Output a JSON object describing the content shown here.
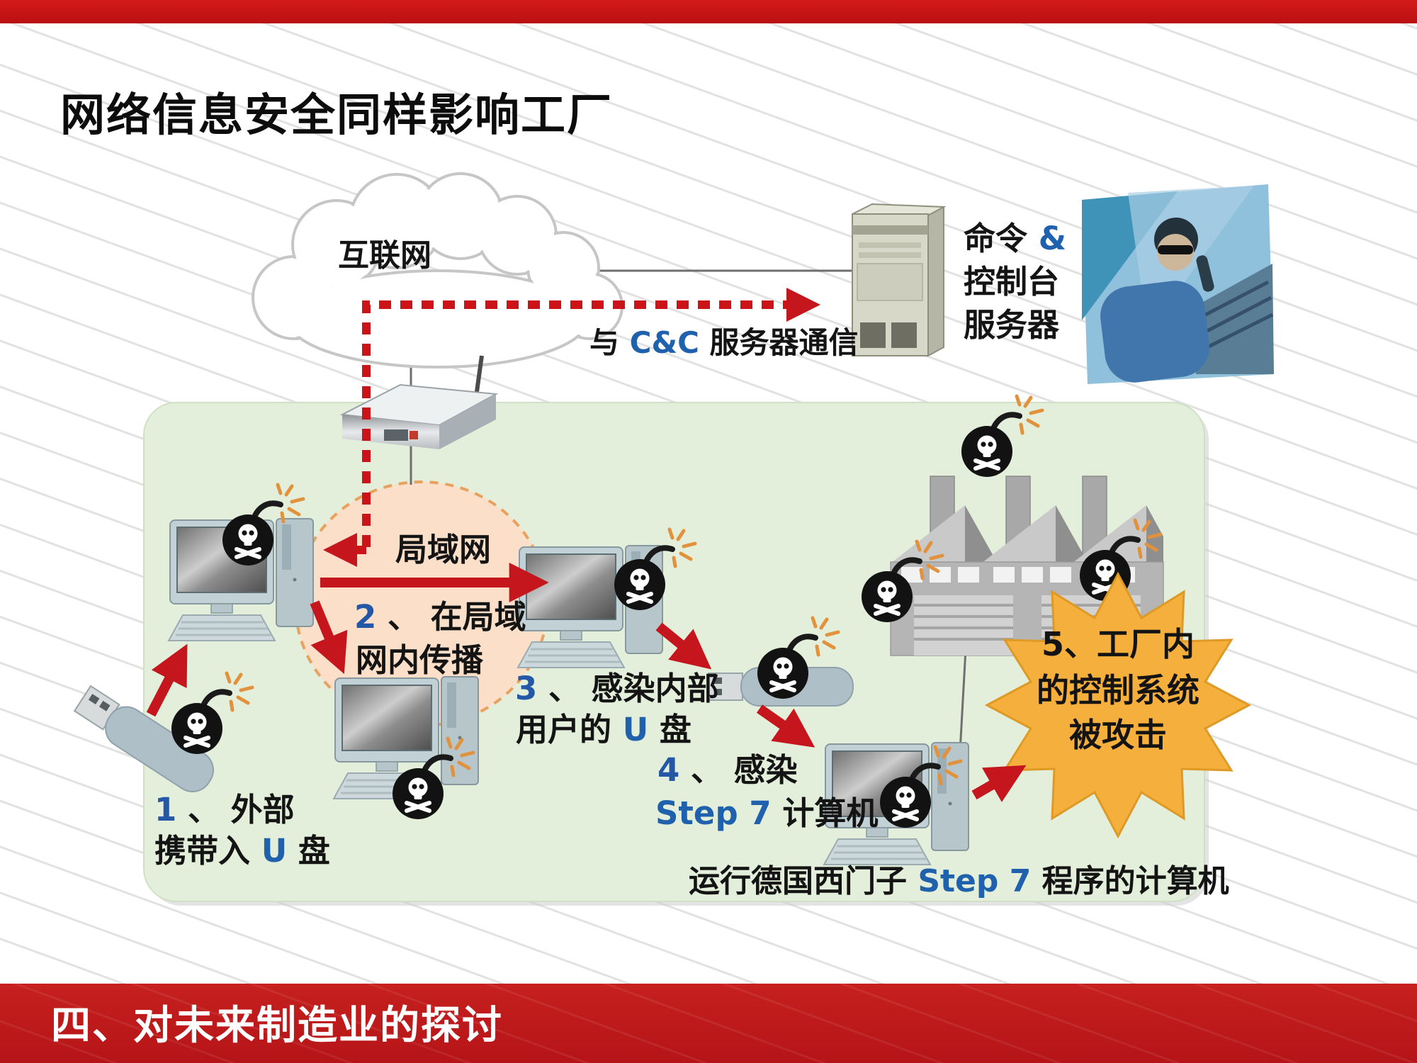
{
  "colors": {
    "top_bar_red": "#C61414",
    "bottom_bar_red": "#C2191D",
    "arrow_red": "#C4161C",
    "accent_blue": "#2061AE",
    "green_panel": "#E3EFDA",
    "lan_ellipse": "#FBDFC9",
    "starburst_orange": "#F5AF3D"
  },
  "header": {
    "title": "网络信息安全同样影响工厂"
  },
  "footer": {
    "section_label": "四、对未来制造业的探讨"
  },
  "diagram": {
    "internet_label": "互联网",
    "lan_label": "局域网",
    "cc_comm": {
      "pre": "与",
      "highlight": "C&C",
      "post": "服务器通信"
    },
    "cc_server_label": {
      "line1_text": "命令",
      "line1_amp": "&",
      "line2": "控制台",
      "line3": "服务器"
    },
    "steps": {
      "step1": {
        "num": "1",
        "sep": "、",
        "line1": "外部",
        "line2_pre": "携带入",
        "line2_u": "U",
        "line2_post": "盘"
      },
      "step2": {
        "num": "2",
        "sep": "、",
        "line1": "在局域",
        "line2": "网内传播"
      },
      "step3": {
        "num": "3",
        "sep": "、",
        "line1": "感染内部",
        "line2_pre": "用户的",
        "line2_u": "U",
        "line2_post": "盘"
      },
      "step4": {
        "num": "4",
        "sep": "、",
        "line1": "感染",
        "line2_en": "Step 7",
        "line2_cn": "计算机"
      },
      "step5": {
        "line1": "5、工厂内",
        "line2": "的控制系统",
        "line3": "被攻击"
      }
    },
    "caption": {
      "pre": "运行德国西门子",
      "en": "Step 7",
      "post": "程序的计算机"
    }
  }
}
